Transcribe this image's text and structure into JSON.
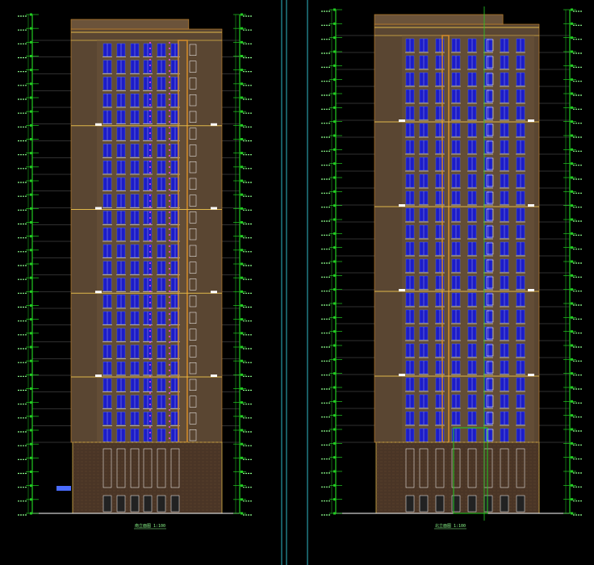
{
  "drawing": {
    "background": "#000000",
    "colors": {
      "facade": "#5a4632",
      "facade_light": "#6b533a",
      "podium": "#4a3526",
      "window_blue": "#1c1cc8",
      "window_light": "#4a6cff",
      "window_frame": "#ffffff",
      "band_yellow": "#e0b84a",
      "orange": "#d08a2a",
      "magenta": "#ff40ff",
      "dim_green": "#22cc22",
      "dim_text": "#8dff8d",
      "cyan": "#30b8c8",
      "floor_line": "#777777"
    },
    "sheets": [
      {
        "id": "left",
        "caption": "南立面图 1:100",
        "floors": 27,
        "podium_floors": 3
      },
      {
        "id": "right",
        "caption": "北立面图 1:100",
        "floors": 27,
        "podium_floors": 3
      }
    ]
  }
}
